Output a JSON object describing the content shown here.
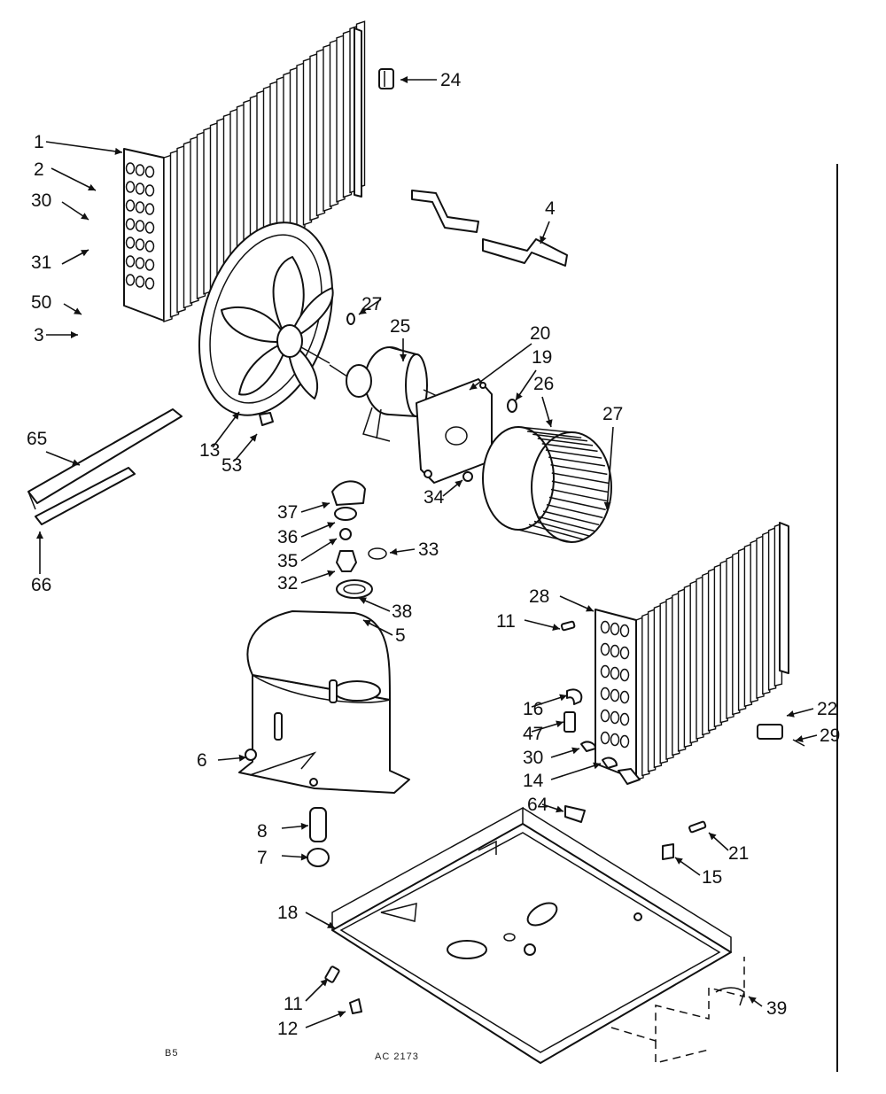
{
  "diagram": {
    "parts": [
      {
        "id": "p1",
        "label": "1"
      },
      {
        "id": "p2",
        "label": "2"
      },
      {
        "id": "p30a",
        "label": "30"
      },
      {
        "id": "p31",
        "label": "31"
      },
      {
        "id": "p50",
        "label": "50"
      },
      {
        "id": "p3",
        "label": "3"
      },
      {
        "id": "p24",
        "label": "24"
      },
      {
        "id": "p4",
        "label": "4"
      },
      {
        "id": "p27a",
        "label": "27"
      },
      {
        "id": "p25",
        "label": "25"
      },
      {
        "id": "p20",
        "label": "20"
      },
      {
        "id": "p19",
        "label": "19"
      },
      {
        "id": "p26",
        "label": "26"
      },
      {
        "id": "p27b",
        "label": "27"
      },
      {
        "id": "p13",
        "label": "13"
      },
      {
        "id": "p53",
        "label": "53"
      },
      {
        "id": "p65",
        "label": "65"
      },
      {
        "id": "p66",
        "label": "66"
      },
      {
        "id": "p34",
        "label": "34"
      },
      {
        "id": "p37",
        "label": "37"
      },
      {
        "id": "p36",
        "label": "36"
      },
      {
        "id": "p35",
        "label": "35"
      },
      {
        "id": "p33",
        "label": "33"
      },
      {
        "id": "p32",
        "label": "32"
      },
      {
        "id": "p38",
        "label": "38"
      },
      {
        "id": "p5",
        "label": "5"
      },
      {
        "id": "p28",
        "label": "28"
      },
      {
        "id": "p11a",
        "label": "11"
      },
      {
        "id": "p16",
        "label": "16"
      },
      {
        "id": "p47",
        "label": "47"
      },
      {
        "id": "p22",
        "label": "22"
      },
      {
        "id": "p29",
        "label": "29"
      },
      {
        "id": "p30b",
        "label": "30"
      },
      {
        "id": "p14",
        "label": "14"
      },
      {
        "id": "p6",
        "label": "6"
      },
      {
        "id": "p64",
        "label": "64"
      },
      {
        "id": "p8",
        "label": "8"
      },
      {
        "id": "p7",
        "label": "7"
      },
      {
        "id": "p21",
        "label": "21"
      },
      {
        "id": "p15",
        "label": "15"
      },
      {
        "id": "p18",
        "label": "18"
      },
      {
        "id": "p11b",
        "label": "11"
      },
      {
        "id": "p12",
        "label": "12"
      },
      {
        "id": "p39",
        "label": "39"
      }
    ],
    "footer_left": "B5",
    "footer_code": "AC 2173"
  }
}
